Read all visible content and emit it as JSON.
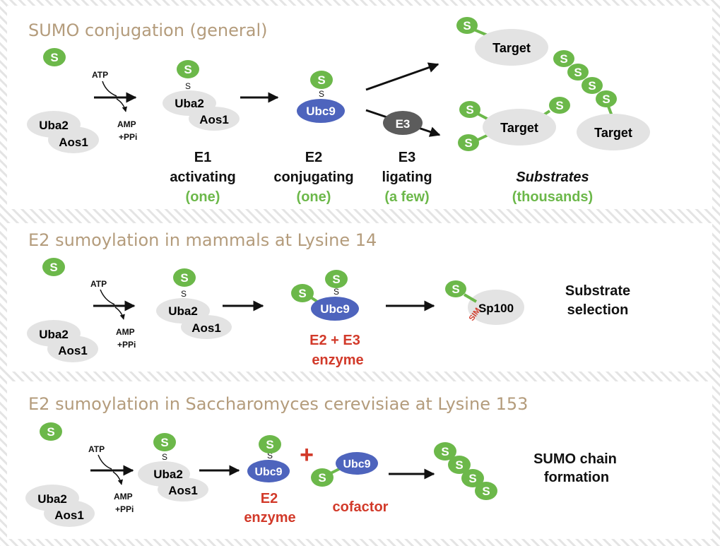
{
  "colors": {
    "sumo_green": "#6cb84a",
    "ubc9_blue": "#4e64bd",
    "e3_dark": "#5c5c5c",
    "protein_grey": "#e3e3e3",
    "title_tan": "#b49c7c",
    "label_green": "#6cb84a",
    "label_red": "#d23a2a"
  },
  "icons": {
    "sumo": "green-ellipse-S",
    "arrow": "black-right-arrow"
  },
  "glyphs": {
    "sumo": "S",
    "bond": "S",
    "plus": "+"
  },
  "sections": {
    "general": {
      "title": "SUMO conjugation (general)",
      "atp": "ATP",
      "amp": "AMP",
      "ppi": "+PPi",
      "uba2": "Uba2",
      "aos1": "Aos1",
      "ubc9": "Ubc9",
      "e3_node": "E3",
      "target": "Target",
      "e1": {
        "line1": "E1",
        "line2": "activating",
        "line3": "(one)"
      },
      "e2": {
        "line1": "E2",
        "line2": "conjugating",
        "line3": "(one)"
      },
      "e3": {
        "line1": "E3",
        "line2": "ligating",
        "line3": "(a few)"
      },
      "substrates": {
        "line1": "Substrates",
        "line2": "(thousands)"
      }
    },
    "mammals": {
      "title": "E2 sumoylation in mammals at Lysine 14",
      "atp": "ATP",
      "amp": "AMP",
      "ppi": "+PPi",
      "uba2": "Uba2",
      "aos1": "Aos1",
      "ubc9": "Ubc9",
      "sp100": "Sp100",
      "sim": "SIM",
      "enzyme": {
        "line1": "E2 + E3",
        "line2": "enzyme"
      },
      "outcome": {
        "line1": "Substrate",
        "line2": "selection"
      }
    },
    "yeast": {
      "title": "E2 sumoylation in Saccharomyces cerevisiae at Lysine 153",
      "atp": "ATP",
      "amp": "AMP",
      "ppi": "+PPi",
      "uba2": "Uba2",
      "aos1": "Aos1",
      "ubc9": "Ubc9",
      "enzyme": {
        "line1": "E2",
        "line2": "enzyme"
      },
      "cofactor": "cofactor",
      "outcome": {
        "line1": "SUMO chain",
        "line2": "formation"
      }
    }
  }
}
